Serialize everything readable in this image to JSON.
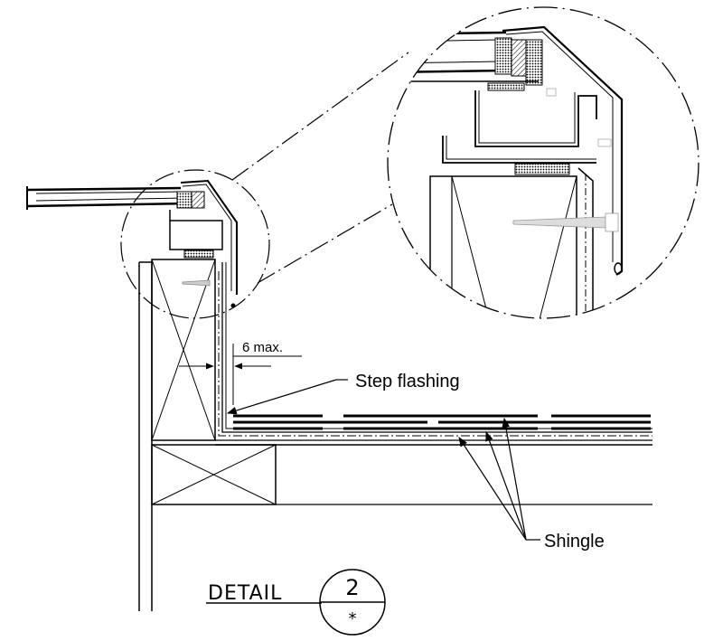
{
  "labels": {
    "step_flashing": "Step flashing",
    "max_dimension": "6 max.",
    "shingle": "Shingle"
  },
  "detail": {
    "word": "DETAIL",
    "number": "2",
    "sheet": "*"
  }
}
